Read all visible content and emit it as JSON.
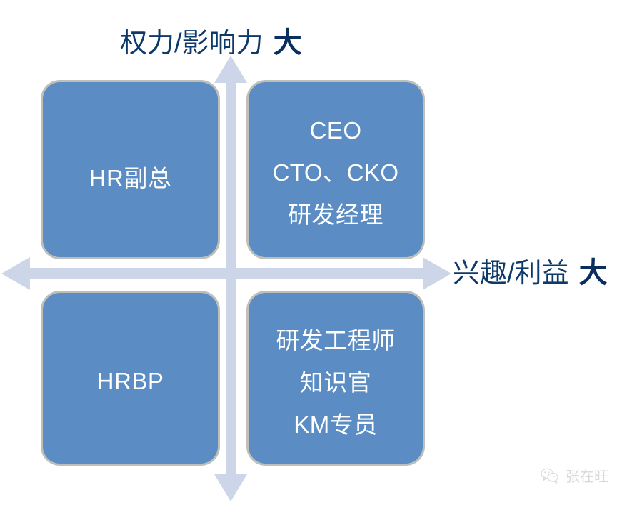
{
  "diagram": {
    "title_vertical": "权力/影响力",
    "title_vertical_suffix": "大",
    "title_horizontal": "兴趣/利益",
    "title_horizontal_suffix": "大",
    "colors": {
      "box_fill": "#5b8dc4",
      "box_border": "#bfbfba",
      "axis_arrow": "#ccd6e8",
      "label_text": "#0e3a6b",
      "label_bold": "#0a2f5e",
      "box_text": "#ffffff",
      "watermark": "#d8d8d8",
      "background": "#ffffff"
    },
    "quadrants": [
      {
        "id": "top-left",
        "position": "high-power-low-interest",
        "lines": [
          "HR副总"
        ]
      },
      {
        "id": "top-right",
        "position": "high-power-high-interest",
        "lines": [
          "CEO",
          "CTO、CKO",
          "研发经理"
        ]
      },
      {
        "id": "bottom-left",
        "position": "low-power-low-interest",
        "lines": [
          "HRBP"
        ]
      },
      {
        "id": "bottom-right",
        "position": "low-power-high-interest",
        "lines": [
          "研发工程师",
          "知识官",
          "KM专员"
        ]
      }
    ]
  },
  "watermark": {
    "icon": "wechat-icon",
    "text": "张在旺"
  }
}
